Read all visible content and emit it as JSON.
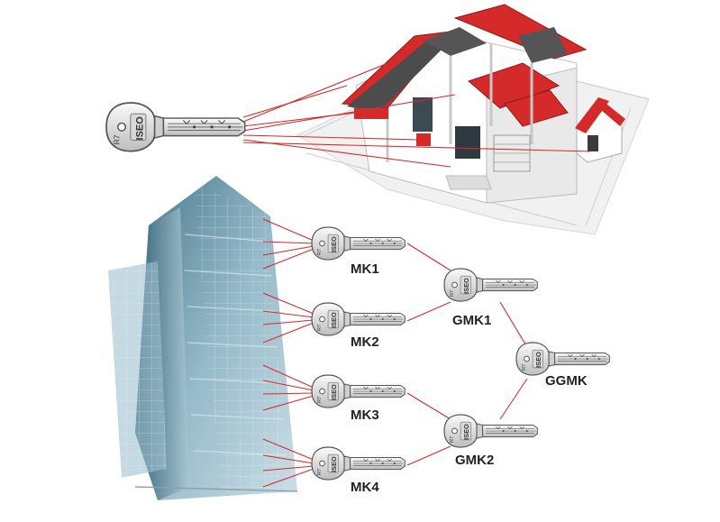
{
  "diagram": {
    "key_brand": "ISEO",
    "key_code": "R7",
    "colors": {
      "line": "#d42a2a",
      "house_roof": "#d42a2a",
      "building": "#5d8fa3",
      "key_metal": "#e4e4e4"
    },
    "keys": [
      {
        "id": "house",
        "label": ""
      },
      {
        "id": "mk1",
        "label": "MK1"
      },
      {
        "id": "mk2",
        "label": "MK2"
      },
      {
        "id": "mk3",
        "label": "MK3"
      },
      {
        "id": "mk4",
        "label": "MK4"
      },
      {
        "id": "gmk1",
        "label": "GMK1"
      },
      {
        "id": "gmk2",
        "label": "GMK2"
      },
      {
        "id": "ggmk",
        "label": "GGMK"
      }
    ],
    "hierarchy": [
      {
        "from": "mk1",
        "to": "gmk1"
      },
      {
        "from": "mk2",
        "to": "gmk1"
      },
      {
        "from": "mk3",
        "to": "gmk2"
      },
      {
        "from": "mk4",
        "to": "gmk2"
      },
      {
        "from": "gmk1",
        "to": "ggmk"
      },
      {
        "from": "gmk2",
        "to": "ggmk"
      }
    ]
  }
}
